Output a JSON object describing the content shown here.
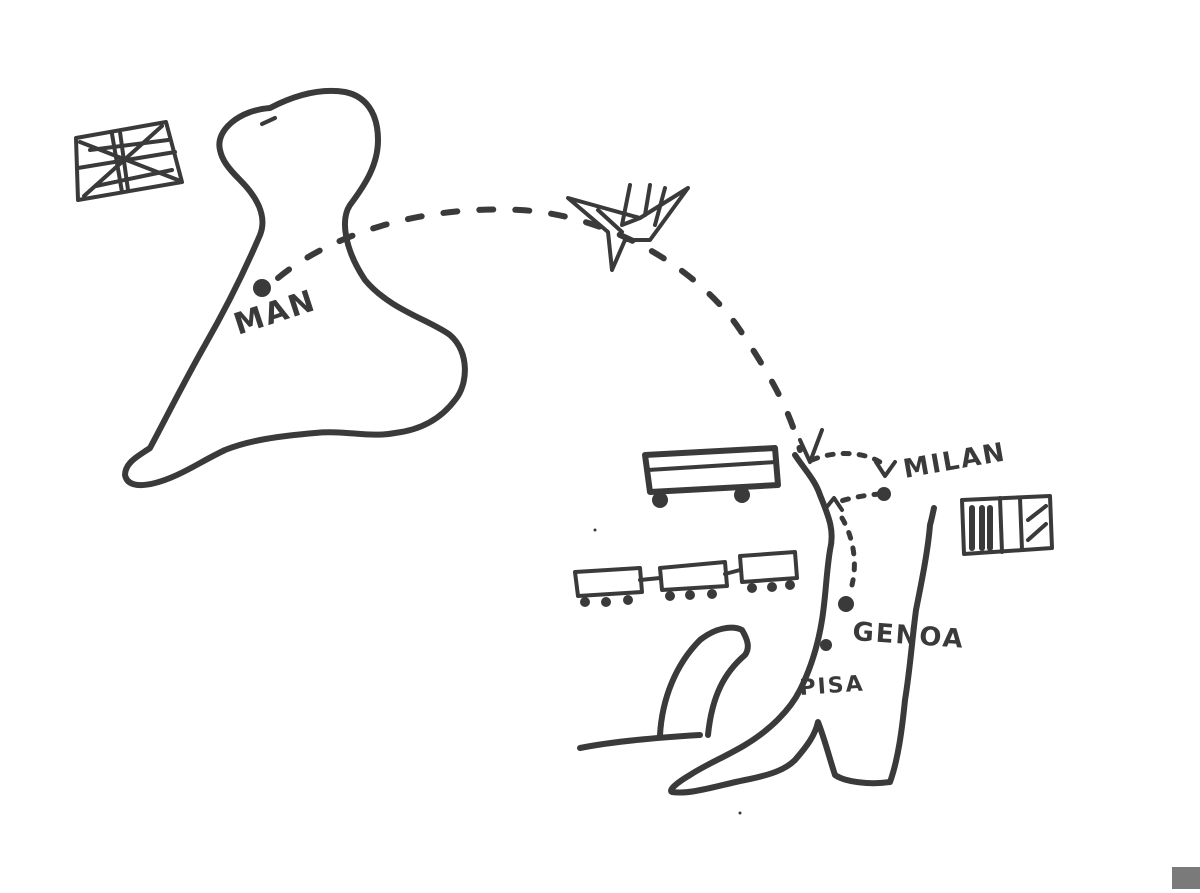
{
  "map": {
    "labels": {
      "uk_city": "MAN",
      "milan": "MILAN",
      "genoa": "GENOA",
      "pisa": "PISA"
    },
    "icons": {
      "uk_flag": "union-jack-flag-icon",
      "italy_flag": "italian-flag-icon",
      "airplane": "airplane-icon",
      "bus": "bus-icon",
      "train": "train-icon",
      "tower": "leaning-tower-icon"
    },
    "colors": {
      "ink": "#3a3a3a",
      "background": "#ffffff"
    }
  }
}
